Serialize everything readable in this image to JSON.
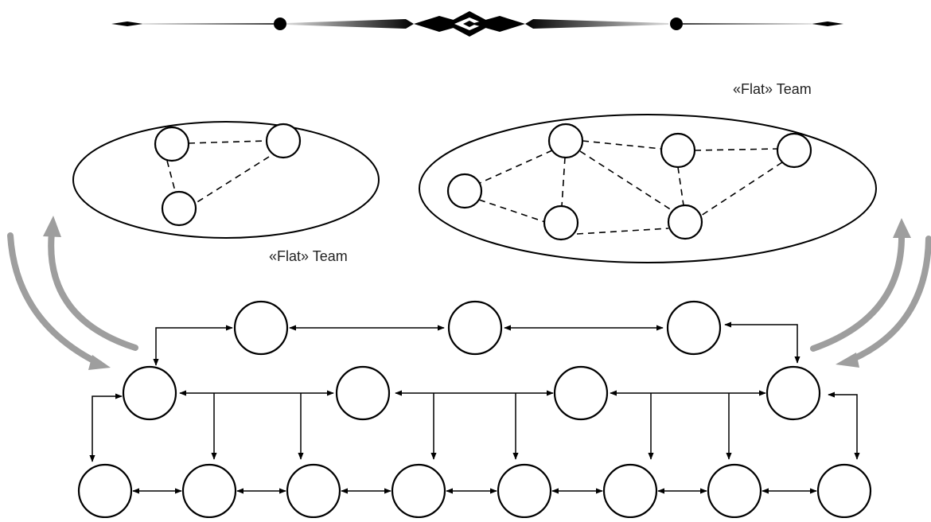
{
  "diagram": {
    "flat_team_label": "«Flat» Team",
    "teams": [
      {
        "id": "left",
        "label": "«Flat» Team"
      },
      {
        "id": "right",
        "label": "«Flat» Team"
      }
    ],
    "hierarchy": {
      "levels": [
        {
          "level": 1,
          "node_count": 3
        },
        {
          "level": 2,
          "node_count": 4
        },
        {
          "level": 3,
          "node_count": 8
        }
      ]
    },
    "colors": {
      "line": "#000000",
      "transition_arrow": "#9e9e9e",
      "background": "#ffffff"
    }
  }
}
